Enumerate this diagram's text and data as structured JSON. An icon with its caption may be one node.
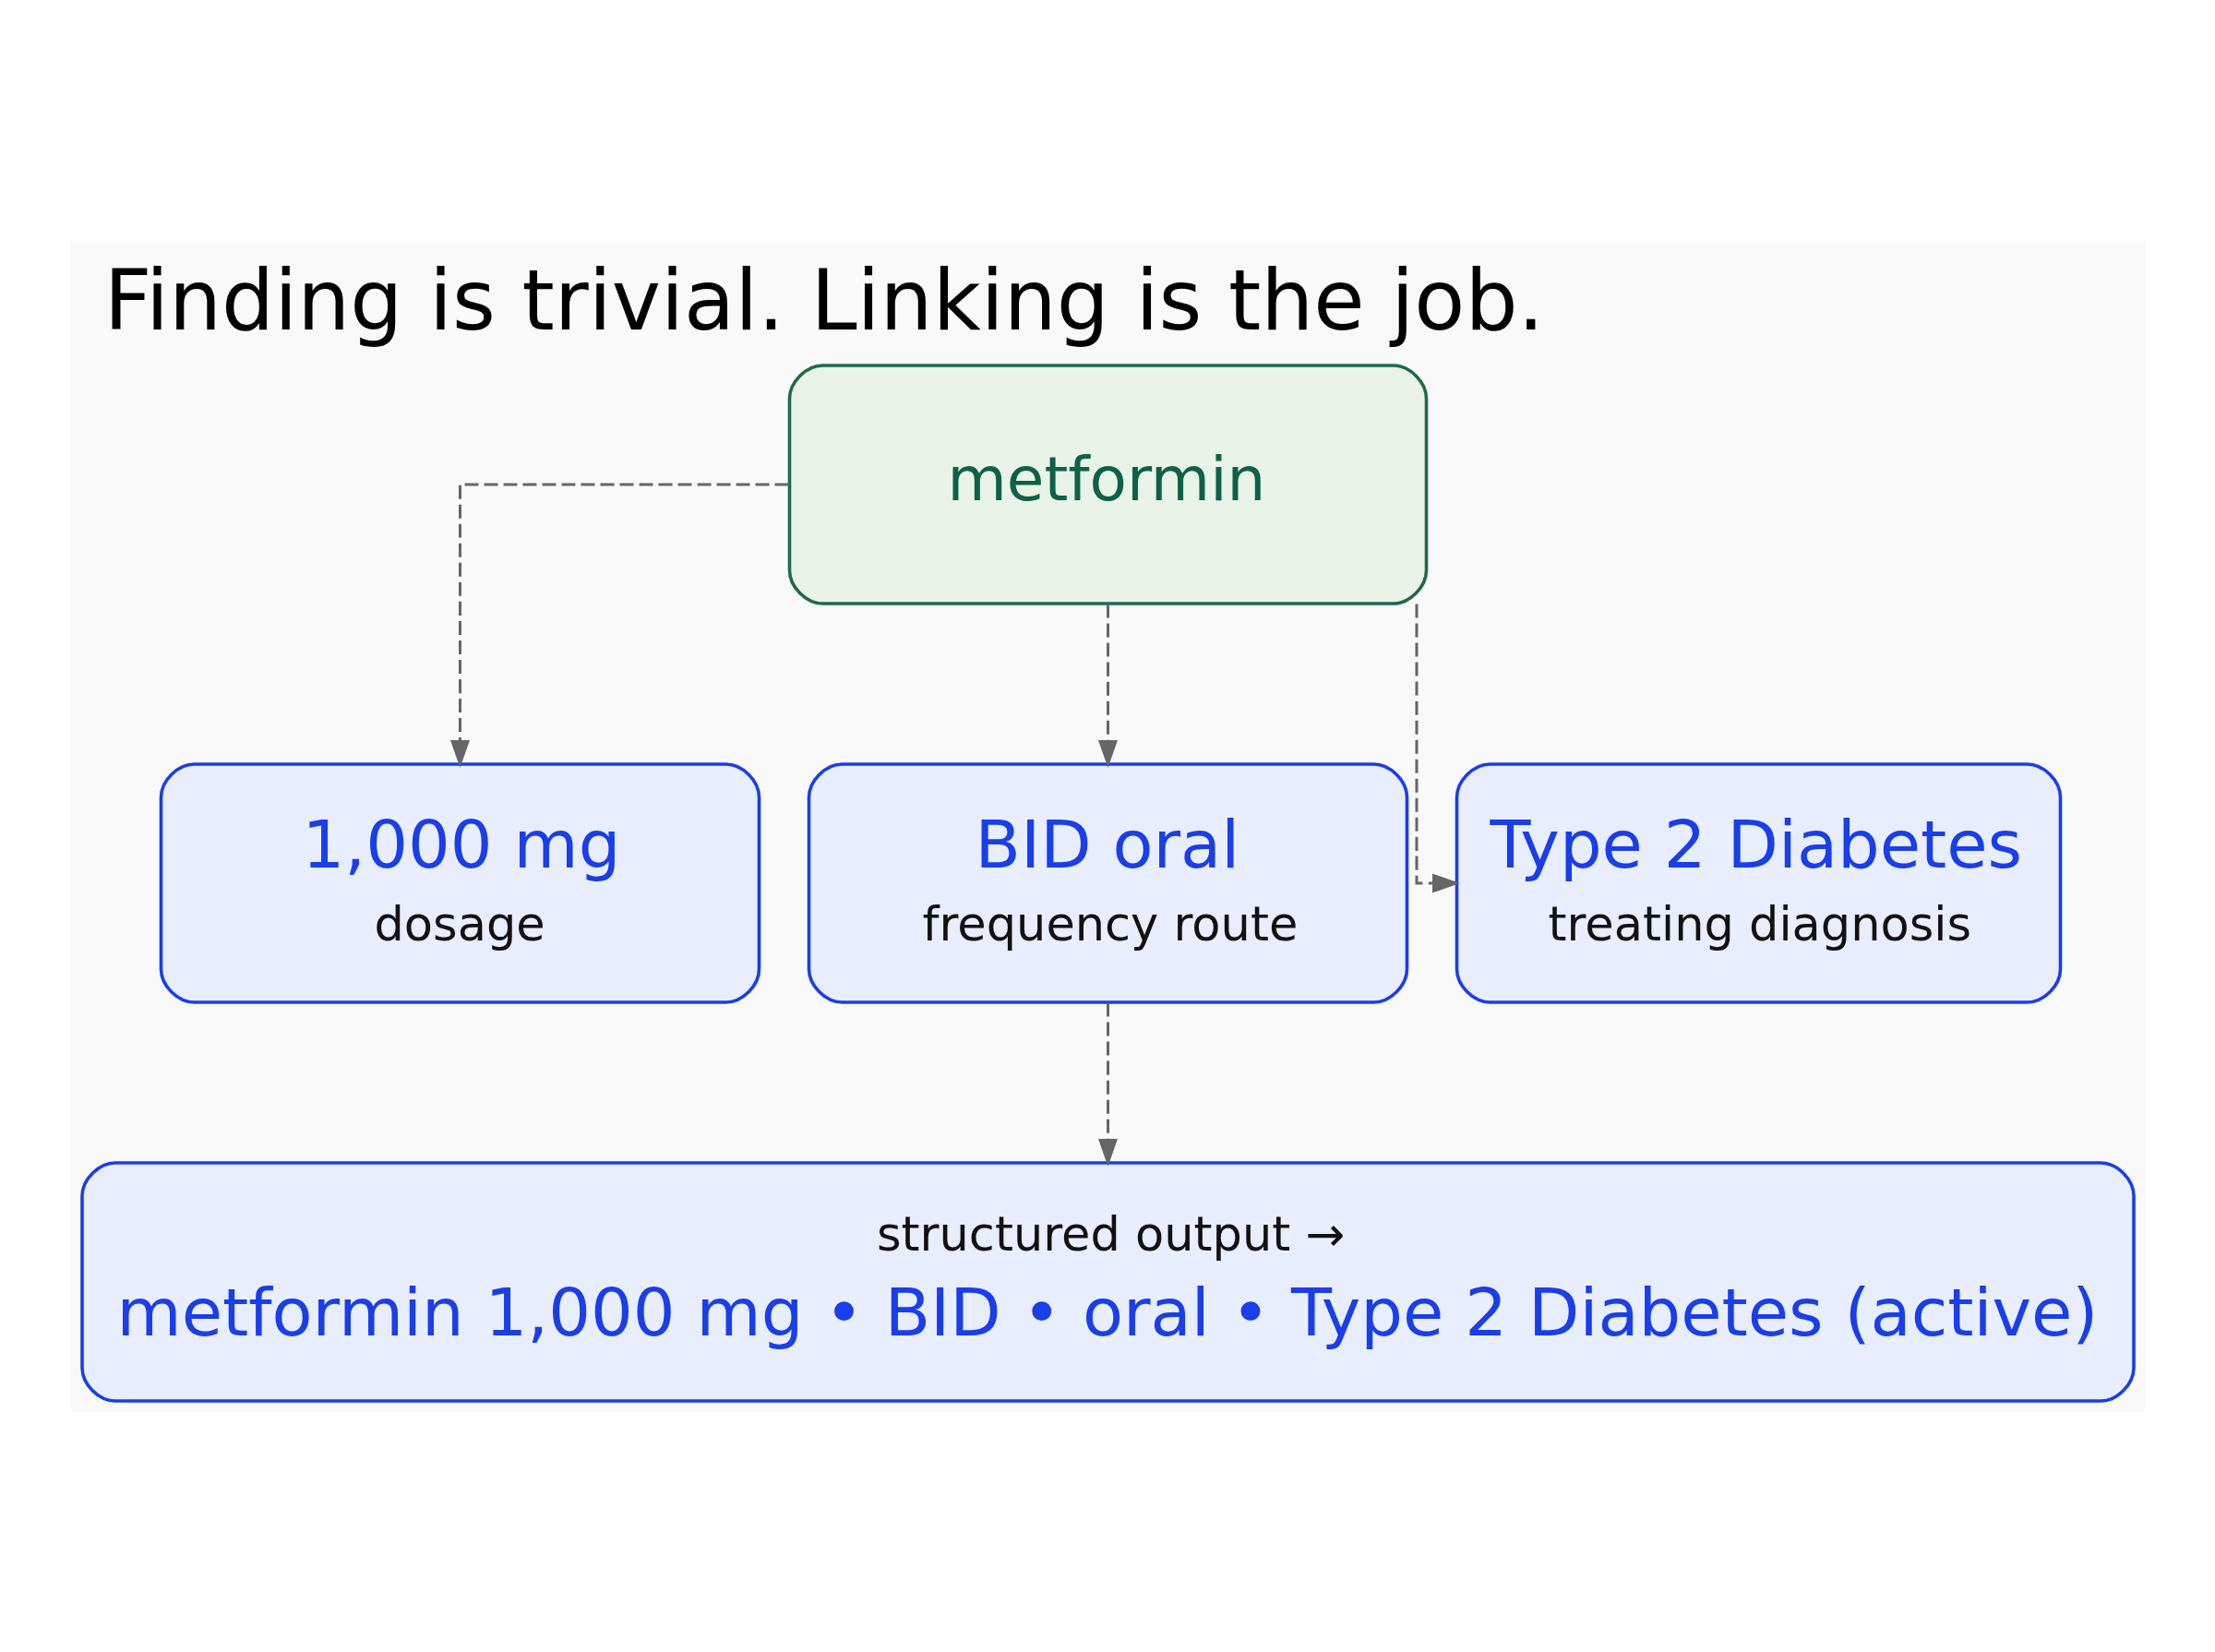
{
  "diagram": {
    "title": "Finding is trivial. Linking is the job.",
    "nodes": [
      {
        "text": [
          "metformin"
        ]
      },
      {
        "text": [
          "1,000 mg",
          "dosage"
        ]
      },
      {
        "text": [
          "BID oral",
          "frequency route"
        ]
      },
      {
        "text": [
          "Type 2 Diabetes",
          "treating diagnosis"
        ]
      },
      {
        "text": [
          "structured output →",
          "metformin 1,000 mg • BID • oral • Type 2 Diabetes (active)"
        ]
      }
    ],
    "edges": [
      {
        "from": 0,
        "to": 1,
        "arrow": "to",
        "style": "dashed"
      },
      {
        "from": 0,
        "to": 2,
        "arrow": "to",
        "style": "dashed"
      },
      {
        "from": 0,
        "to": 3,
        "arrow": "to",
        "style": "dashed"
      },
      {
        "from": 2,
        "to": 4,
        "arrow": "to",
        "style": "dashed"
      }
    ]
  }
}
